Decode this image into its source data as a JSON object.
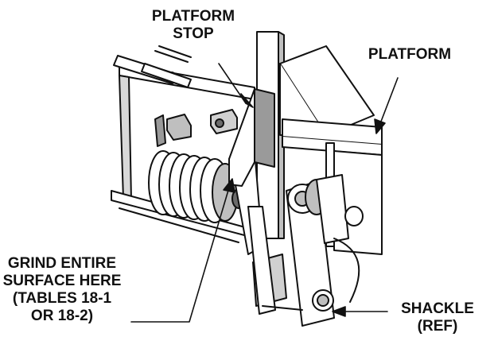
{
  "callouts": {
    "platform_stop": [
      "PLATFORM",
      "STOP"
    ],
    "platform": [
      "PLATFORM"
    ],
    "grind": [
      "GRIND ENTIRE",
      "SURFACE HERE",
      "(TABLES 18-1",
      "OR 18-2)"
    ],
    "shackle": [
      "SHACKLE",
      "(REF)"
    ]
  },
  "colors": {
    "line": "#111111",
    "fill": "#ffffff",
    "shade": "#bfbfbf",
    "dark": "#6b6b6b"
  }
}
